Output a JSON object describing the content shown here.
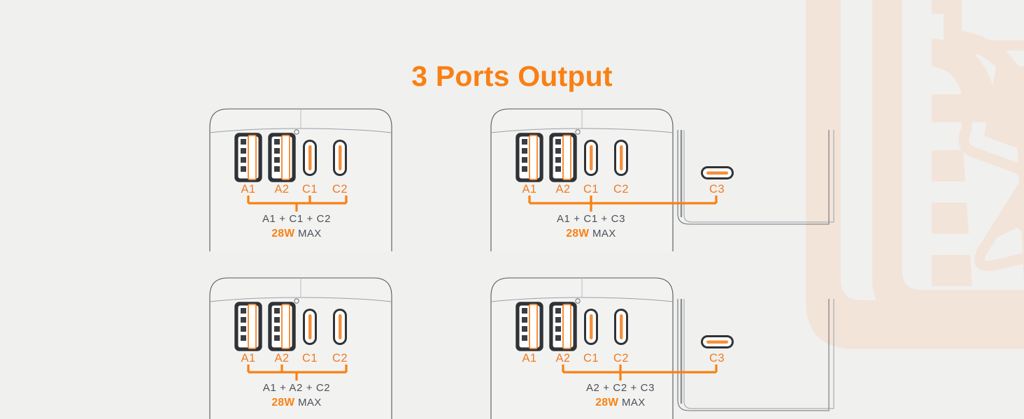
{
  "page": {
    "title": "3 Ports Output",
    "background_color": "#f0f0ef",
    "accent_color": "#f98012",
    "label_color": "#f07c22",
    "text_color": "#4b5159",
    "watermark_color": "#f3e4d9",
    "watermark_icon": "battery-lightning-bolt-icon"
  },
  "diagrams": [
    {
      "id": "top-left",
      "has_side_panel": false,
      "ports": [
        {
          "name": "A1",
          "type": "usb-a",
          "active": true
        },
        {
          "name": "A2",
          "type": "usb-a",
          "active": true
        },
        {
          "name": "C1",
          "type": "usb-c",
          "active": true
        },
        {
          "name": "C2",
          "type": "usb-c",
          "active": true
        }
      ],
      "combo": "A1 + C1 + C2",
      "watts": "28W",
      "max_label": "MAX"
    },
    {
      "id": "top-right",
      "has_side_panel": true,
      "ports": [
        {
          "name": "A1",
          "type": "usb-a",
          "active": true
        },
        {
          "name": "A2",
          "type": "usb-a",
          "active": true
        },
        {
          "name": "C1",
          "type": "usb-c",
          "active": true
        },
        {
          "name": "C2",
          "type": "usb-c",
          "active": true
        },
        {
          "name": "C3",
          "type": "usb-c-side",
          "active": true
        }
      ],
      "combo": "A1 + C1 + C3",
      "watts": "28W",
      "max_label": "MAX"
    },
    {
      "id": "bottom-left",
      "has_side_panel": false,
      "ports": [
        {
          "name": "A1",
          "type": "usb-a",
          "active": true
        },
        {
          "name": "A2",
          "type": "usb-a",
          "active": true
        },
        {
          "name": "C1",
          "type": "usb-c",
          "active": true
        },
        {
          "name": "C2",
          "type": "usb-c",
          "active": true
        }
      ],
      "combo": "A1 + A2 + C2",
      "watts": "28W",
      "max_label": "MAX"
    },
    {
      "id": "bottom-right",
      "has_side_panel": true,
      "ports": [
        {
          "name": "A1",
          "type": "usb-a",
          "active": true
        },
        {
          "name": "A2",
          "type": "usb-a",
          "active": true
        },
        {
          "name": "C1",
          "type": "usb-c",
          "active": true
        },
        {
          "name": "C2",
          "type": "usb-c",
          "active": true
        },
        {
          "name": "C3",
          "type": "usb-c-side",
          "active": true
        }
      ],
      "combo": "A2 + C2 + C3",
      "watts": "28W",
      "max_label": "MAX"
    }
  ]
}
